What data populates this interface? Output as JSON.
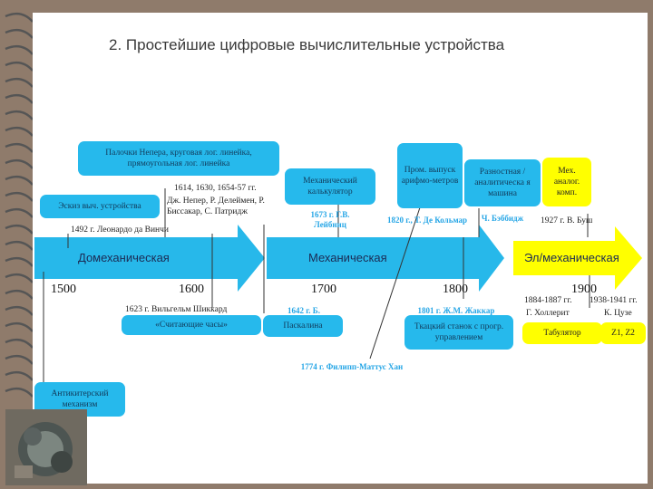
{
  "title": "2. Простейшие цифровые вычислительные устройства",
  "eras": {
    "pre": "Домеханическая",
    "mech": "Механическая",
    "elec": "Эл/механическая"
  },
  "years": [
    "1500",
    "1600",
    "1700",
    "1800",
    "1900"
  ],
  "top": {
    "napier": "Палочки Непера, круговая лог. линейка, прямоугольная лог. линейка",
    "napier_dates": "1614, 1630, 1654-57 гг.",
    "napier_names": "Дж. Непер, Р. Делеймен, Р. Биссакар, С. Патридж",
    "sketch": "Эскиз выч. устройства",
    "leonardo": "1492 г. Леонардо да Винчи",
    "mech_calc": "Механический калькулятор",
    "leibniz": "1673 г. Г.В. Лейбниц",
    "arithmometer": "Пром. выпуск арифмо-метров",
    "colmar": "1820 г., Т. Де Кольмар",
    "difference": "Разностная / аналитическа я машина",
    "babbage": "Ч. Бэббидж",
    "analog": "Мех. аналог. комп.",
    "bush": "1927 г. В. Буш"
  },
  "bottom": {
    "schickard": "1623 г. Вильгельм Шиккард",
    "clocks": "«Считающие часы»",
    "pascal_date": "1642 г. Б. Паскаль",
    "pascaline": "Паскалина",
    "jacquard": "1801 г. Ж.М. Жаккар",
    "loom": "Ткацкий станок с прогр. управлением",
    "hollerith_dates": "1884-1887 гг.",
    "hollerith": "Г. Холлерит",
    "tabulator": "Табулятор",
    "zuse_dates": "1938-1941 гг.",
    "zuse": "К. Цузе",
    "z": "Z1, Z2",
    "hahn": "1774 г. Филипп-Маттус Хан",
    "antikythera": "Антикитерский механизм"
  }
}
